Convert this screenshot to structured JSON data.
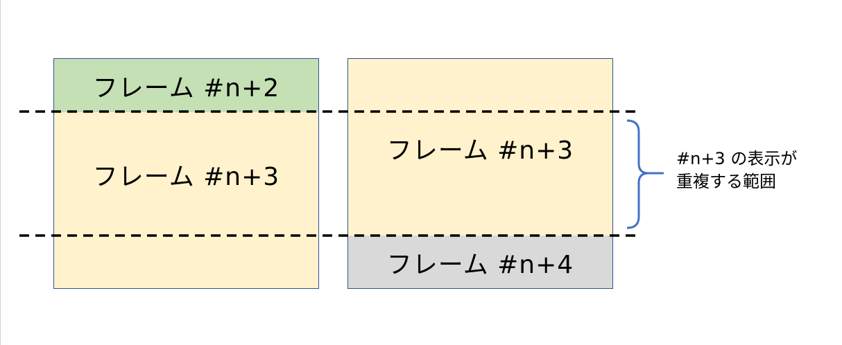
{
  "colors": {
    "next_frame_fill": "#c5e0b4",
    "current_frame_fill": "#fff2cc",
    "following_frame_fill": "#d9d9d9",
    "box_border": "#2f528f",
    "brace": "#4472c4",
    "dash_line": "#000000"
  },
  "left_column": {
    "top_label": "フレーム #n+2",
    "middle_label": "フレーム #n+3"
  },
  "right_column": {
    "top_label": "フレーム #n+3",
    "bottom_label": "フレーム #n+4"
  },
  "annotation": {
    "line1": "#n+3 の表示が",
    "line2": "重複する範囲"
  }
}
